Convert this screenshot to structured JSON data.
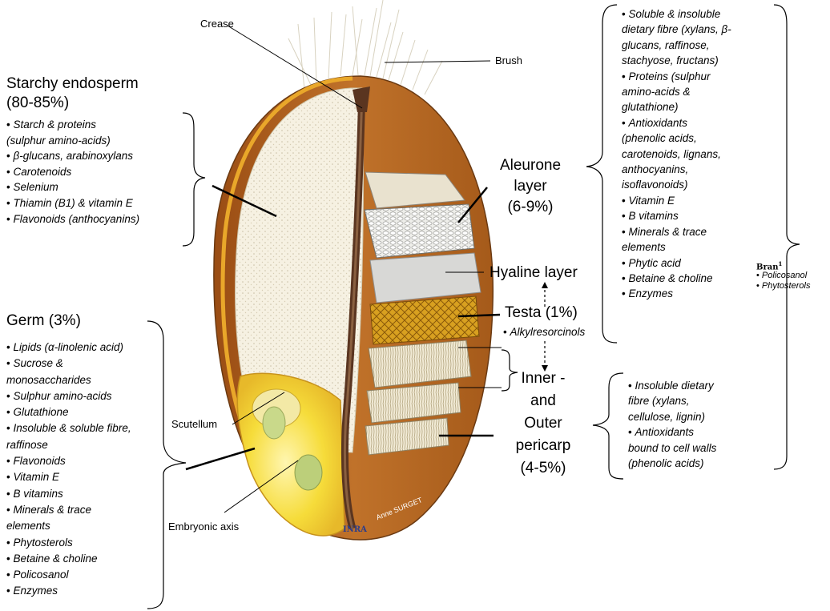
{
  "labels": {
    "crease": "Crease",
    "brush": "Brush",
    "scutellum": "Scutellum",
    "embryonic_axis": "Embryonic axis",
    "credit_logo": "INRA",
    "credit_author": "Anne SURGET"
  },
  "starchy_endosperm": {
    "title_line1": "Starchy endosperm",
    "title_line2": "(80-85%)",
    "items": [
      "Starch & proteins",
      "(sulphur amino-acids)",
      "β-glucans, arabinoxylans",
      "Carotenoids",
      "Selenium",
      "Thiamin (B1) & vitamin E",
      "Flavonoids (anthocyanins)"
    ]
  },
  "germ": {
    "title": "Germ (3%)",
    "items": [
      "Lipids (α-linolenic acid)",
      "Sucrose &",
      "monosaccharides",
      "Sulphur amino-acids",
      "Glutathione",
      "Insoluble & soluble fibre,",
      "raffinose",
      "Flavonoids",
      "Vitamin E",
      "B vitamins",
      "Minerals & trace",
      "elements",
      "Phytosterols",
      "Betaine & choline",
      "Policosanol",
      "Enzymes"
    ]
  },
  "aleurone": {
    "line1": "Aleurone",
    "line2": "layer",
    "line3": "(6-9%)",
    "items": [
      "Soluble & insoluble",
      "dietary fibre (xylans, β-",
      "glucans, raffinose,",
      "stachyose, fructans)",
      "Proteins (sulphur",
      "amino-acids &",
      "glutathione)",
      "Antioxidants",
      "(phenolic acids,",
      "carotenoids, lignans,",
      "anthocyanins,",
      "isoflavonoids)",
      "Vitamin E",
      "B vitamins",
      "Minerals & trace",
      "elements",
      "Phytic acid",
      "Betaine & choline",
      "Enzymes"
    ]
  },
  "hyaline": {
    "label": "Hyaline layer"
  },
  "testa": {
    "label": "Testa (1%)",
    "items": [
      "Alkylresorcinols"
    ]
  },
  "pericarp": {
    "line1": "Inner -",
    "line2": "and",
    "line3": "Outer",
    "line4": "pericarp",
    "line5": "(4-5%)",
    "items": [
      "Insoluble dietary",
      "fibre (xylans,",
      "cellulose, lignin)",
      "Antioxidants",
      "bound to cell walls",
      "(phenolic acids)"
    ]
  },
  "bran": {
    "title": "Bran",
    "title_sup": "1",
    "items": [
      "Policosanol",
      "Phytosterols"
    ]
  },
  "colors": {
    "pericarp_brown": "#b5631e",
    "crease_dark": "#5a3520",
    "endosperm_cream": "#f4efe0",
    "germ_yellow": "#f6dc3a",
    "testa_gold": "#d69a1c",
    "outline_yellow": "#e9a72a"
  }
}
